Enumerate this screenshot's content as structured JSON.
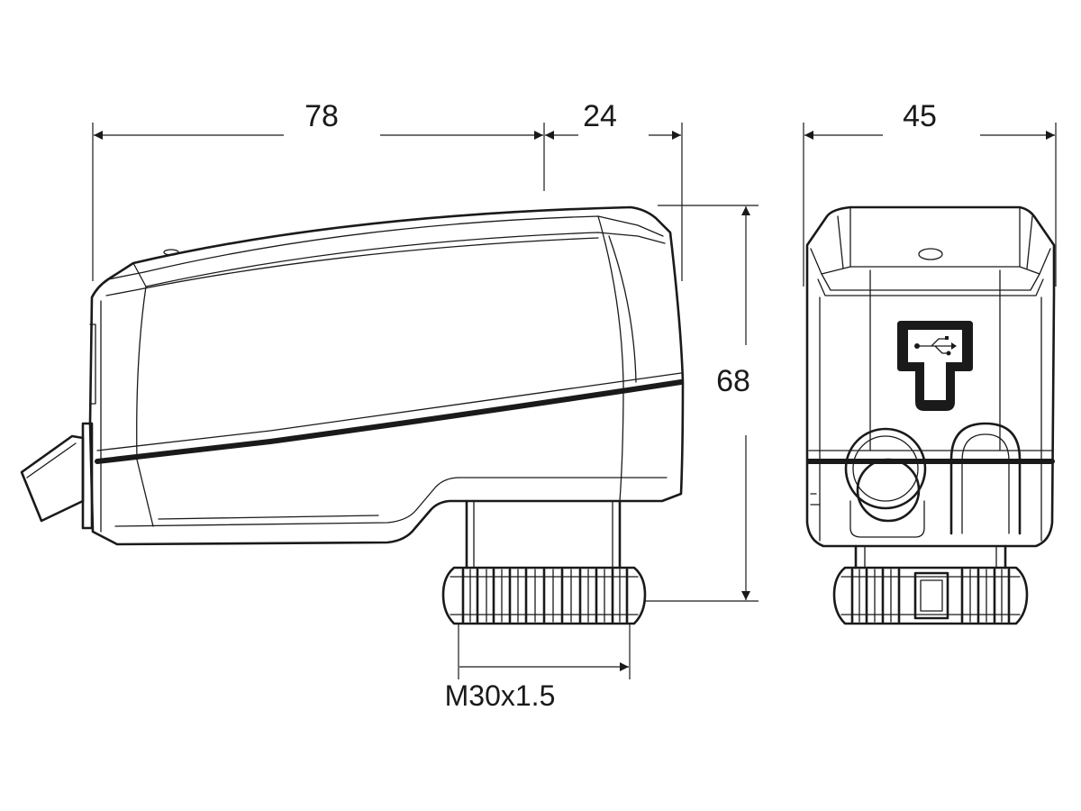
{
  "dimensions": {
    "length_body": "78",
    "length_head": "24",
    "height": "68",
    "width": "45",
    "thread": "M30x1.5"
  },
  "symbols": {
    "port_icon": "usb-icon"
  }
}
